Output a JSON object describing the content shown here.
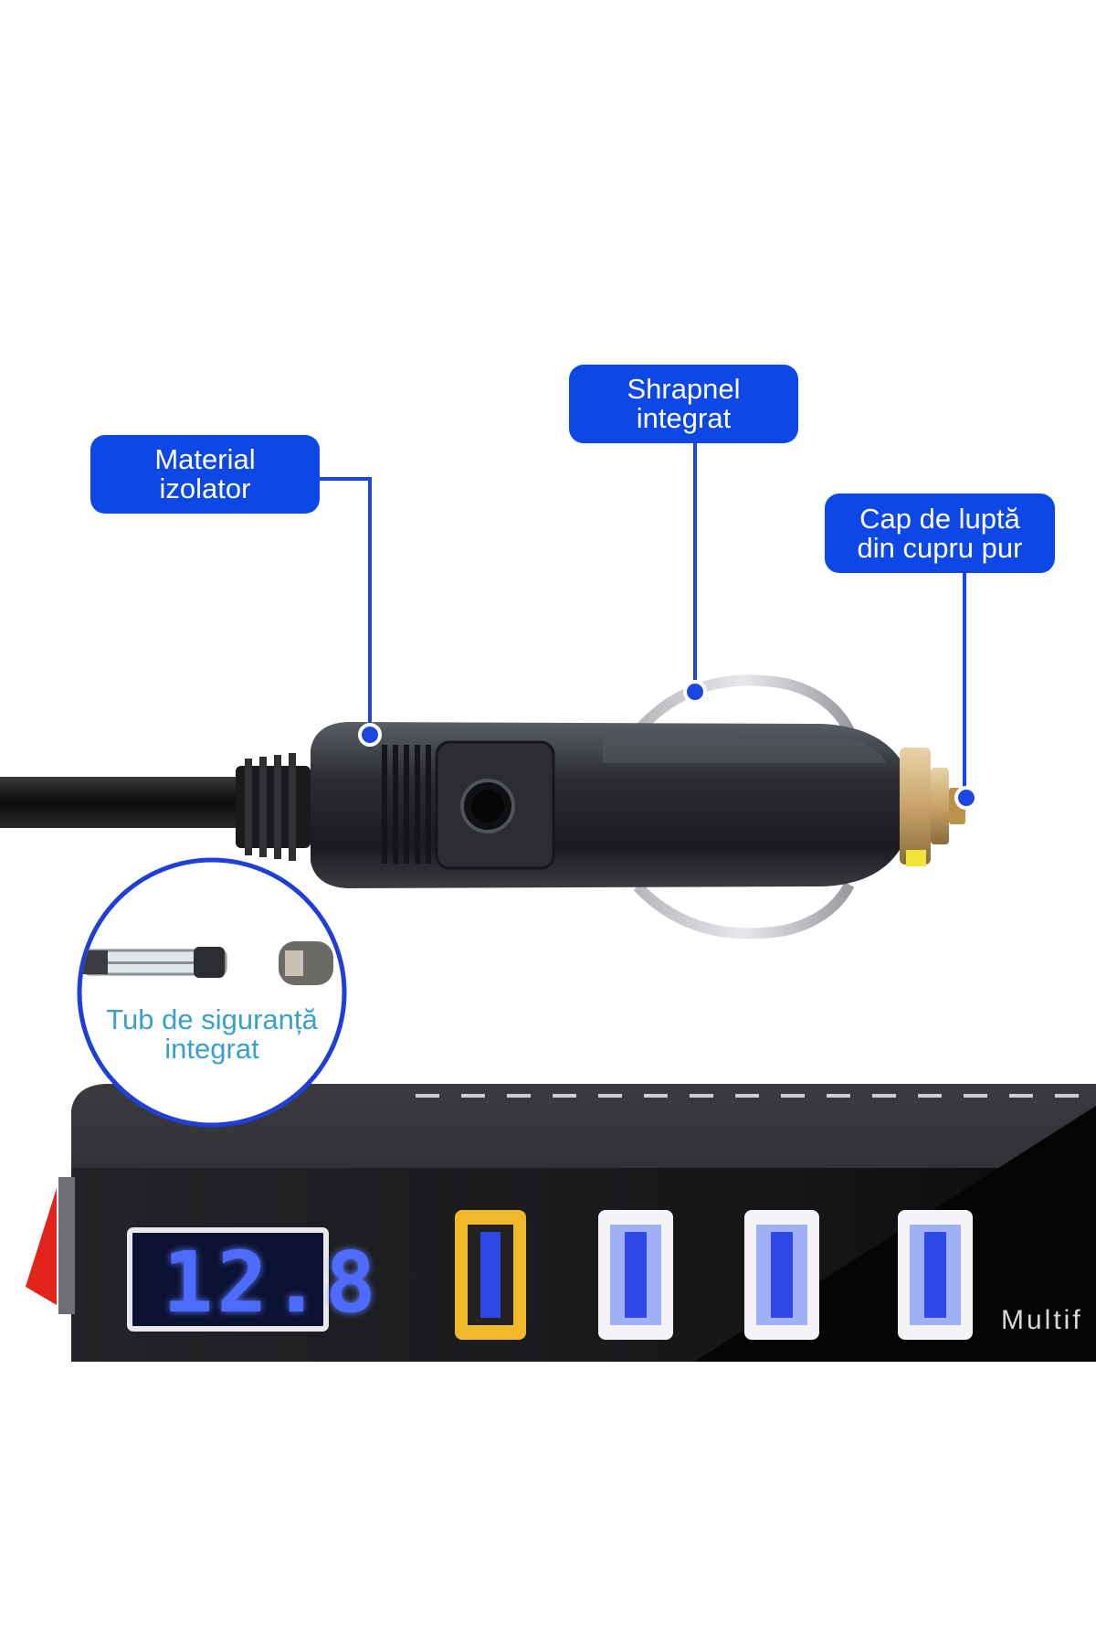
{
  "colors": {
    "callout_bg": "#0d47e6",
    "leader_line": "#1a47e0",
    "fuse_label": "#3aa0c8",
    "fuse_circle_border": "#1f3fd8",
    "device_body": "#1c1c1e",
    "voltmeter_display": "#4d6cff",
    "switch_red": "#e3241b",
    "qc_port": "#f1b82c"
  },
  "callouts": {
    "material": {
      "line1": "Material",
      "line2": "izolator"
    },
    "shrapnel": {
      "line1": "Shrapnel",
      "line2": "integrat"
    },
    "cap": {
      "line1": "Cap de luptă",
      "line2": "din cupru pur"
    }
  },
  "fuse": {
    "line1": "Tub de siguranță",
    "line2": "integrat"
  },
  "device": {
    "voltmeter_reading": "12.8",
    "brand_text_partial": "Multif"
  },
  "icons": [
    "cigarette-plug-icon",
    "fuse-tube-icon",
    "rocker-switch-icon",
    "usb-port-icon"
  ]
}
